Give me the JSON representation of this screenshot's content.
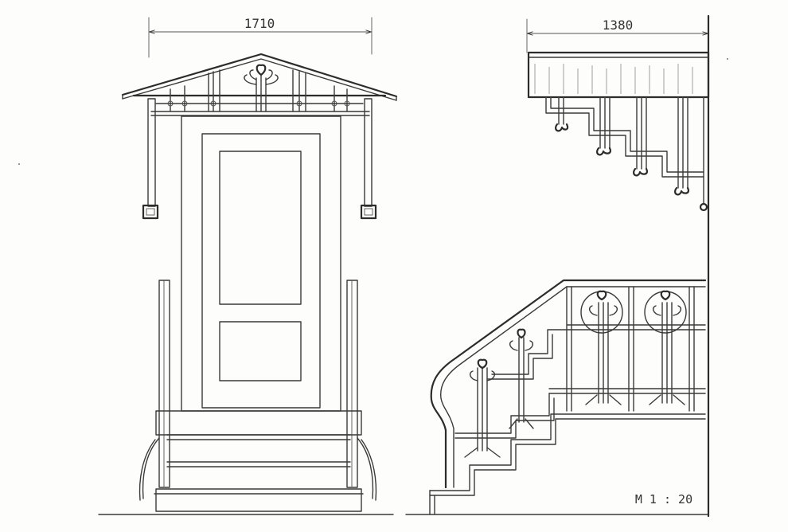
{
  "front_view": {
    "dimension_label": "1710"
  },
  "side_view": {
    "dimension_label": "1380"
  },
  "scale_label": "M 1 : 20"
}
